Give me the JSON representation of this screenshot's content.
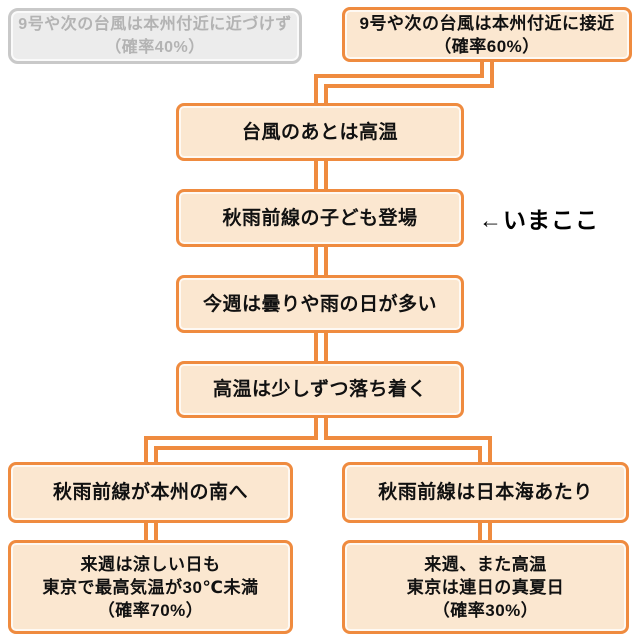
{
  "flowchart": {
    "rejected": {
      "lines": [
        "9号や次の台風は本州付近に近づけず",
        "（確率40%）"
      ]
    },
    "accepted": {
      "lines": [
        "9号や次の台風は本州付近に接近",
        "（確率60%）"
      ]
    },
    "step1": {
      "label": "台風のあとは高温"
    },
    "step2": {
      "label": "秋雨前線の子ども登場"
    },
    "now_marker": "←いまここ",
    "step3": {
      "label": "今週は曇りや雨の日が多い"
    },
    "step4": {
      "label": "高温は少しずつ落ち着く"
    },
    "branch_left": {
      "label": "秋雨前線が本州の南へ"
    },
    "branch_right": {
      "label": "秋雨前線は日本海あたり"
    },
    "outcome_left": {
      "lines": [
        "来週は涼しい日も",
        "東京で最高気温が30℃未満",
        "（確率70%）"
      ]
    },
    "outcome_right": {
      "lines": [
        "来週、また高温",
        "東京は連日の真夏日",
        "（確率30%）"
      ]
    }
  },
  "colors": {
    "accent": "#ef8b3f",
    "box-fill": "#fbe7d0",
    "gray-border": "#c9c9c9",
    "gray-fill": "#ececec",
    "gray-text": "#b3b3b3",
    "text": "#111111",
    "line-core": "#ffffff"
  }
}
